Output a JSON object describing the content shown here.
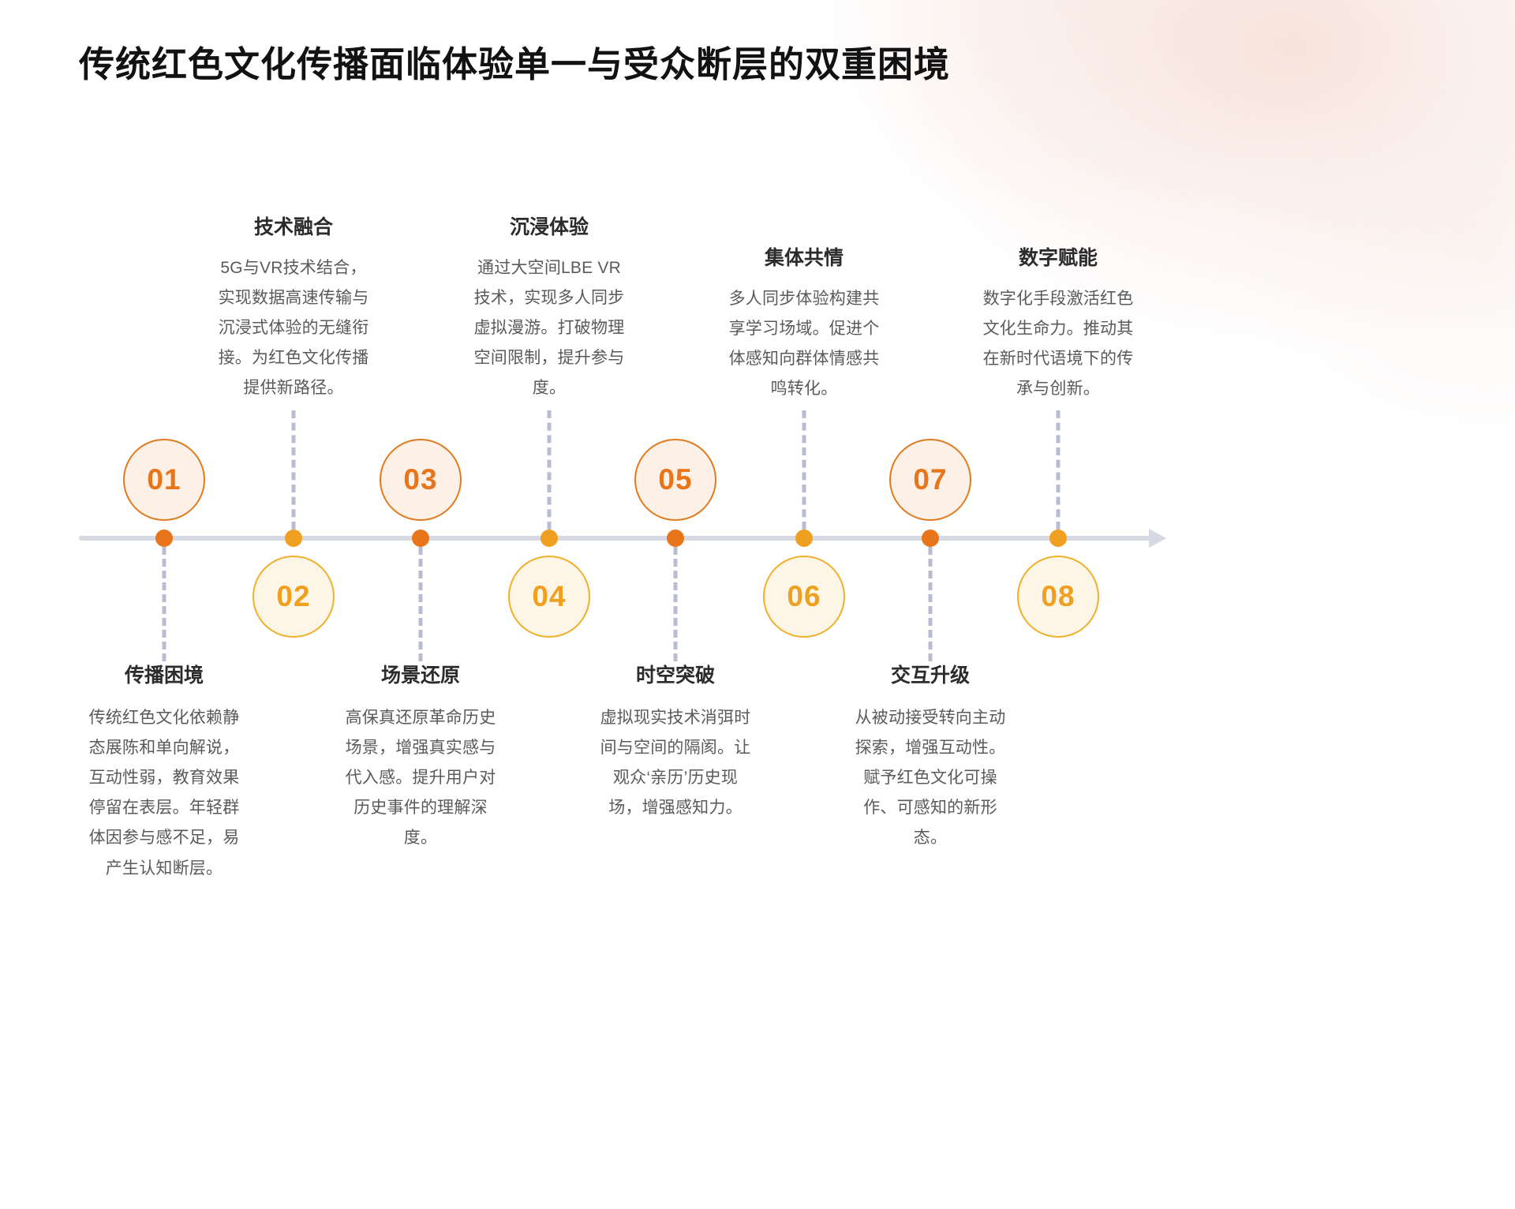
{
  "page": {
    "title": "传统红色文化传播面临体验单一与受众断层的双重困境",
    "accent_orange": "#e8751a",
    "accent_amber": "#f0a020",
    "axis_color": "#d6d8e4",
    "connector_color": "#b9bcd0",
    "title_color": "#121212",
    "body_color": "#5a5a5a",
    "background_wash": "#f7e6e0"
  },
  "timeline": {
    "axis_label": "timeline-axis",
    "arrow_label": "timeline-arrow",
    "steps": [
      {
        "number": "01",
        "position": "below",
        "color": "orange",
        "title": "传播困境",
        "body": "传统红色文化依赖静态展陈和单向解说，互动性弱，教育效果停留在表层。年轻群体因参与感不足，易产生认知断层。"
      },
      {
        "number": "02",
        "position": "above",
        "color": "amber",
        "title": "技术融合",
        "body": "5G与VR技术结合，实现数据高速传输与沉浸式体验的无缝衔接。为红色文化传播提供新路径。"
      },
      {
        "number": "03",
        "position": "below",
        "color": "orange",
        "title": "场景还原",
        "body": "高保真还原革命历史场景，增强真实感与代入感。提升用户对历史事件的理解深度。"
      },
      {
        "number": "04",
        "position": "above",
        "color": "amber",
        "title": "沉浸体验",
        "body": "通过大空间LBE VR技术，实现多人同步虚拟漫游。打破物理空间限制，提升参与度。"
      },
      {
        "number": "05",
        "position": "below",
        "color": "orange",
        "title": "时空突破",
        "body": "虚拟现实技术消弭时间与空间的隔阂。让观众‘亲历’历史现场，增强感知力。"
      },
      {
        "number": "06",
        "position": "above",
        "color": "amber",
        "title": "集体共情",
        "body": "多人同步体验构建共享学习场域。促进个体感知向群体情感共鸣转化。"
      },
      {
        "number": "07",
        "position": "below",
        "color": "orange",
        "title": "交互升级",
        "body": "从被动接受转向主动探索，增强互动性。赋予红色文化可操作、可感知的新形态。"
      },
      {
        "number": "08",
        "position": "above",
        "color": "amber",
        "title": "数字赋能",
        "body": "数字化手段激活红色文化生命力。推动其在新时代语境下的传承与创新。"
      }
    ]
  }
}
